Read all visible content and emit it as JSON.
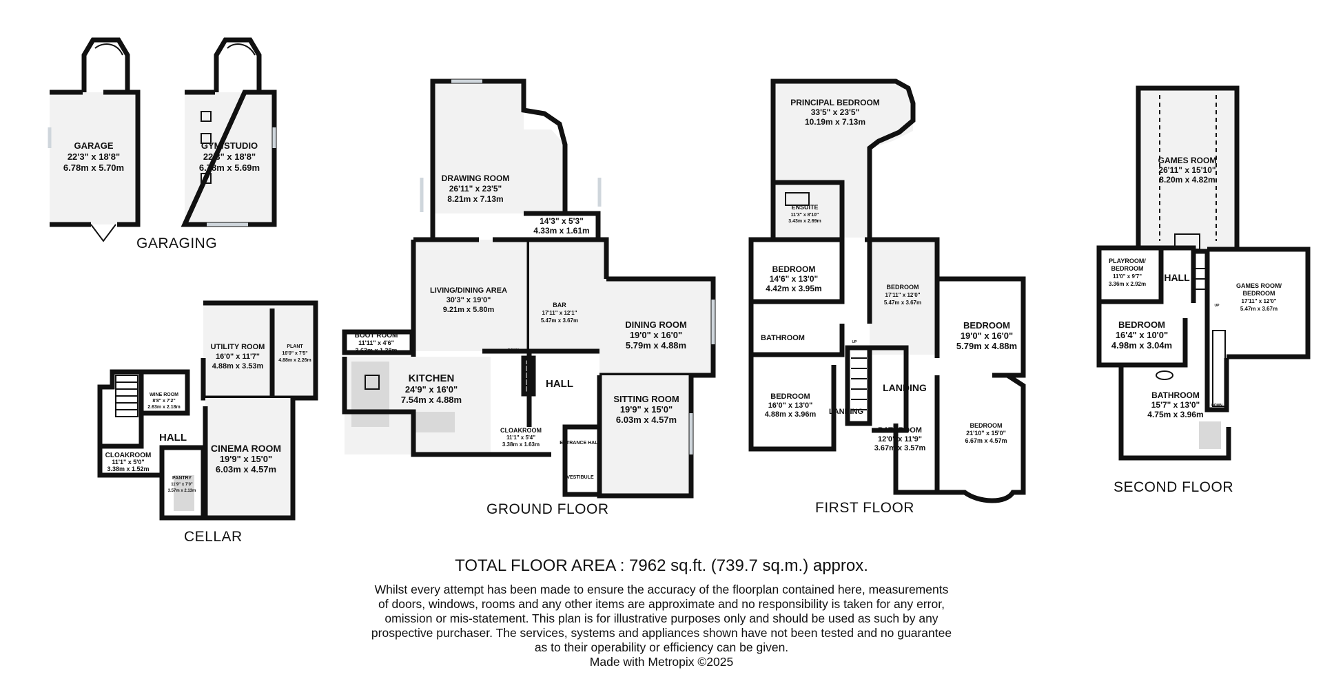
{
  "floors": {
    "garaging": "GARAGING",
    "cellar": "CELLAR",
    "ground": "GROUND FLOOR",
    "first": "FIRST FLOOR",
    "second": "SECOND FLOOR"
  },
  "rooms": {
    "garage": {
      "name": "GARAGE",
      "imperial": "22'3\" x 18'8\"",
      "metric": "6.78m x 5.70m"
    },
    "gym": {
      "name": "GYM/STUDIO",
      "imperial": "22'3\" x 18'8\"",
      "metric": "6.78m x 5.69m"
    },
    "utility": {
      "name": "UTILITY ROOM",
      "imperial": "16'0\" x 11'7\"",
      "metric": "4.88m x 3.53m"
    },
    "plant": {
      "name": "PLANT",
      "imperial": "16'0\" x 7'5\"",
      "metric": "4.88m x 2.26m"
    },
    "wine": {
      "name": "WINE ROOM",
      "imperial": "8'8\" x 7'2\"",
      "metric": "2.63m x 2.18m"
    },
    "cellar_hall": {
      "name": "HALL"
    },
    "cellar_cloak": {
      "name": "CLOAKROOM",
      "imperial": "11'1\" x 5'0\"",
      "metric": "3.38m x 1.52m"
    },
    "pantry": {
      "name": "PANTRY",
      "imperial": "11'9\" x 7'0\"",
      "metric": "3.57m x 2.13m"
    },
    "cinema": {
      "name": "CINEMA ROOM",
      "imperial": "19'9\" x 15'0\"",
      "metric": "6.03m x 4.57m"
    },
    "drawing": {
      "name": "DRAWING ROOM",
      "imperial": "26'11\" x 23'5\"",
      "metric": "8.21m x 7.13m"
    },
    "annex": {
      "imperial": "14'3\" x 5'3\"",
      "metric": "4.33m x 1.61m"
    },
    "living": {
      "name": "LIVING/DINING AREA",
      "imperial": "30'3\" x 19'0\"",
      "metric": "9.21m x 5.80m"
    },
    "bar": {
      "name": "BAR",
      "imperial": "17'11\" x 12'1\"",
      "metric": "5.47m x 3.67m"
    },
    "dining": {
      "name": "DINING ROOM",
      "imperial": "19'0\" x 16'0\"",
      "metric": "5.79m x 4.88m"
    },
    "boot": {
      "name": "BOOT ROOM",
      "imperial": "11'11\" x 4'6\"",
      "metric": "3.63m x 1.38m"
    },
    "kitchen": {
      "name": "KITCHEN",
      "imperial": "24'9\" x 16'0\"",
      "metric": "7.54m x 4.88m"
    },
    "ground_hall": {
      "name": "HALL"
    },
    "ground_cloak": {
      "name": "CLOAKROOM",
      "imperial": "11'1\" x 5'4\"",
      "metric": "3.38m x 1.63m"
    },
    "entrance": {
      "name": "ENTRANCE HALL"
    },
    "vestibule": {
      "name": "VESTIBULE"
    },
    "sitting": {
      "name": "SITTING ROOM",
      "imperial": "19'9\" x 15'0\"",
      "metric": "6.03m x 4.57m"
    },
    "principal": {
      "name": "PRINCIPAL BEDROOM",
      "imperial": "33'5\" x 23'5\"",
      "metric": "10.19m x 7.13m"
    },
    "ensuite": {
      "name": "ENSUITE",
      "imperial": "11'3\" x 8'10\"",
      "metric": "3.43m x 2.69m"
    },
    "bed_a": {
      "name": "BEDROOM",
      "imperial": "14'6\" x 13'0\"",
      "metric": "4.42m x 3.95m"
    },
    "bed_b": {
      "name": "BEDROOM",
      "imperial": "17'11\" x 12'0\"",
      "metric": "5.47m x 3.67m"
    },
    "bed_c": {
      "name": "BEDROOM",
      "imperial": "19'0\" x 16'0\"",
      "metric": "5.79m x 4.88m"
    },
    "bath_first_a": {
      "name": "BATHROOM"
    },
    "bed_d": {
      "name": "BEDROOM",
      "imperial": "16'0\" x 13'0\"",
      "metric": "4.88m x 3.96m"
    },
    "landing_a": {
      "name": "LANDING"
    },
    "landing_b": {
      "name": "LANDING"
    },
    "bath_first_b": {
      "name": "BATHROOM",
      "imperial": "12'0\" x 11'9\"",
      "metric": "3.67m x 3.57m"
    },
    "bed_e": {
      "name": "BEDROOM",
      "imperial": "21'10\" x 15'0\"",
      "metric": "6.67m x 4.57m"
    },
    "games": {
      "name": "GAMES ROOM",
      "imperial": "26'11\" x 15'10\"",
      "metric": "8.20m x 4.82m"
    },
    "playroom": {
      "name1": "PLAYROOM/",
      "name2": "BEDROOM",
      "imperial": "11'0\" x 9'7\"",
      "metric": "3.36m x 2.92m"
    },
    "second_hall": {
      "name": "HALL"
    },
    "games_bed": {
      "name1": "GAMES ROOM/",
      "name2": "BEDROOM",
      "imperial": "17'11\" x 12'0\"",
      "metric": "5.47m x 3.67m"
    },
    "bed_f": {
      "name": "BEDROOM",
      "imperial": "16'4\" x 10'0\"",
      "metric": "4.98m x 3.04m"
    },
    "bath_second": {
      "name": "BATHROOM",
      "imperial": "15'7\" x 13'0\"",
      "metric": "4.75m x 3.96m"
    }
  },
  "marks": {
    "up": "UP",
    "down": "DOWN"
  },
  "footer": {
    "total": "TOTAL FLOOR AREA : 7962 sq.ft. (739.7 sq.m.) approx.",
    "disclaimer": [
      "Whilst every attempt has been made to ensure the accuracy of the floorplan contained here, measurements",
      "of doors, windows, rooms and any other items are approximate and no responsibility is taken for any error,",
      "omission or mis-statement. This plan is for illustrative purposes only and should be used as such by any",
      "prospective purchaser. The services, systems and appliances shown have not been tested and no guarantee",
      "as to their operability or efficiency can be given."
    ],
    "credit": "Made with Metropix ©2025"
  }
}
